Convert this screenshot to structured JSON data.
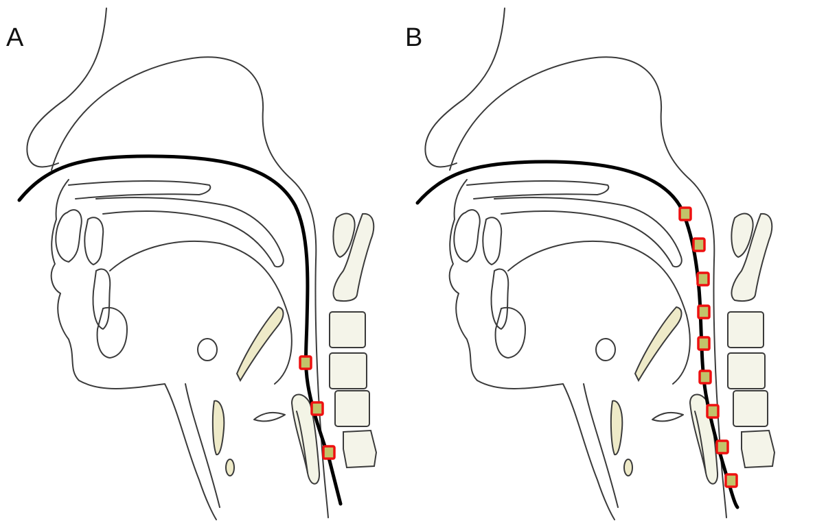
{
  "panels": [
    {
      "label": "A",
      "sensor_count": 3
    },
    {
      "label": "B",
      "sensor_count": 9
    }
  ],
  "colors": {
    "catheter": "#000000",
    "sensor_border": "#ee1010",
    "sensor_fill": "#c2c36a",
    "anatomy_line": "#3a3a3a"
  }
}
